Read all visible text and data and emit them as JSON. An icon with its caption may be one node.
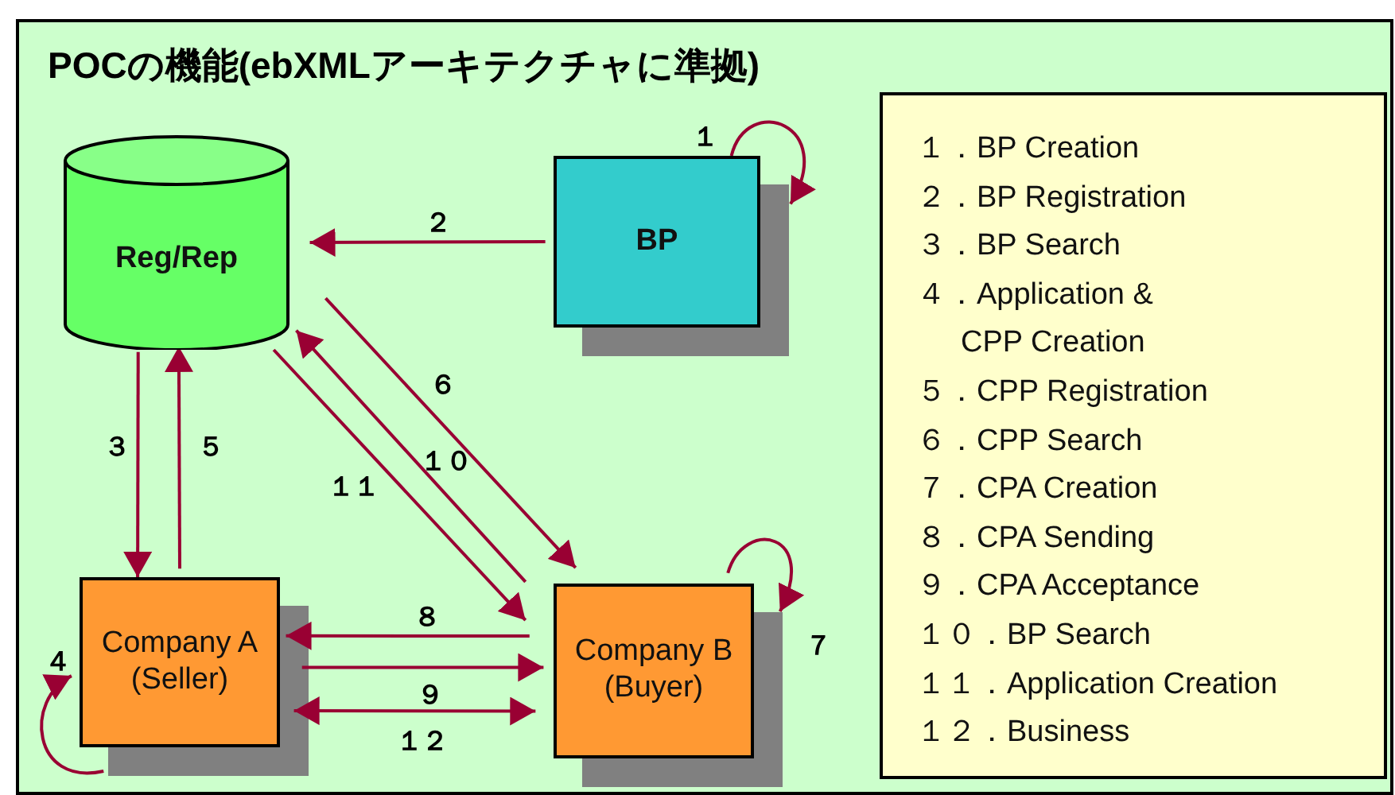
{
  "diagram": {
    "title": "POCの機能(ebXMLアーキテクチャに準拠)",
    "nodes": [
      {
        "text": [
          "Reg/Rep"
        ]
      },
      {
        "text": [
          "BP"
        ]
      },
      {
        "text": [
          "Company A (Seller)"
        ]
      },
      {
        "text": [
          "Company B (Buyer)"
        ]
      },
      {
        "text": [
          "１．BP Creation",
          "２．BP Registration",
          "３．BP Search",
          "４．Application & CPP Creation",
          "５．CPP Registration",
          "６．CPP Search",
          "７．CPA Creation",
          "８．CPA Sending",
          "９．CPA Acceptance",
          "１０．BP Search",
          "１１．Application Creation",
          "１２．Business"
        ]
      }
    ],
    "edges": [
      {
        "from": 1,
        "to": 1,
        "arrow": "to",
        "label": "１"
      },
      {
        "from": 1,
        "to": 0,
        "arrow": "to",
        "label": "２"
      },
      {
        "from": 0,
        "to": 2,
        "arrow": "to",
        "label": "３"
      },
      {
        "from": 2,
        "to": 2,
        "arrow": "to",
        "label": "４"
      },
      {
        "from": 2,
        "to": 0,
        "arrow": "to",
        "label": "５"
      },
      {
        "from": 0,
        "to": 3,
        "arrow": "to",
        "label": "６"
      },
      {
        "from": 3,
        "to": 3,
        "arrow": "to",
        "label": "７"
      },
      {
        "from": 3,
        "to": 2,
        "arrow": "to",
        "label": "８"
      },
      {
        "from": 2,
        "to": 3,
        "arrow": "to",
        "label": "９"
      },
      {
        "from": 3,
        "to": 0,
        "arrow": "to",
        "label": "１０"
      },
      {
        "from": 0,
        "to": 3,
        "arrow": "to",
        "label": "１１"
      },
      {
        "from": 2,
        "to": 3,
        "arrow": "both",
        "label": "１２"
      }
    ]
  }
}
